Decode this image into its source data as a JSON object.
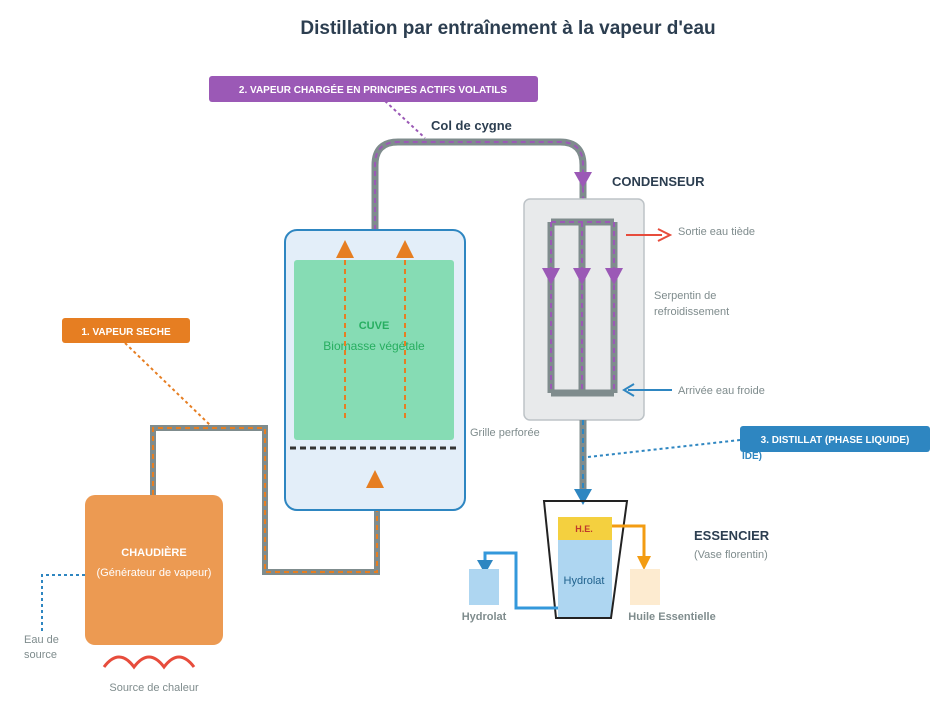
{
  "title": "Distillation par entraînement à la vapeur d'eau",
  "labels": {
    "step1": "1. VAPEUR SECHE",
    "step2": "2. VAPEUR CHARGÉE EN PRINCIPES ACTIFS VOLATILS",
    "step3": "3. DISTILLAT (PHASE LIQUIDE)",
    "step3_overflow": "IDE)",
    "col_de_cygne": "Col de cygne",
    "condenseur": "CONDENSEUR",
    "cuve_title": "CUVE",
    "cuve_subtitle": "Biomasse végétale",
    "grille": "Grille perforée",
    "sortie_eau": "Sortie eau tiède",
    "serpentin_line1": "Serpentin de",
    "serpentin_line2": "refroidissement",
    "arrivee_eau": "Arrivée eau froide",
    "essencier_title": "ESSENCIER",
    "essencier_subtitle": "(Vase florentin)",
    "he": "H.E.",
    "hydrolat_inner": "Hydrolat",
    "hydrolat_out": "Hydrolat",
    "huile": "Huile Essentielle",
    "chaudiere_title": "CHAUDIÈRE",
    "chaudiere_subtitle": "(Générateur de vapeur)",
    "eau_line1": "Eau de",
    "eau_line2": "source",
    "source_chaleur": "Source de chaleur"
  },
  "colors": {
    "orange": "#e67e22",
    "purple": "#9b59b6",
    "blue": "#2e86c1",
    "red": "#e74c3c",
    "gray_pipe": "#7f8c8d",
    "chaudiere_fill": "#ec9a52",
    "cuve_fill": "#e3eef9",
    "biomass_fill": "#86dcb4",
    "he_fill": "#f4d03f",
    "hydrolat_fill": "#aed6f1"
  }
}
